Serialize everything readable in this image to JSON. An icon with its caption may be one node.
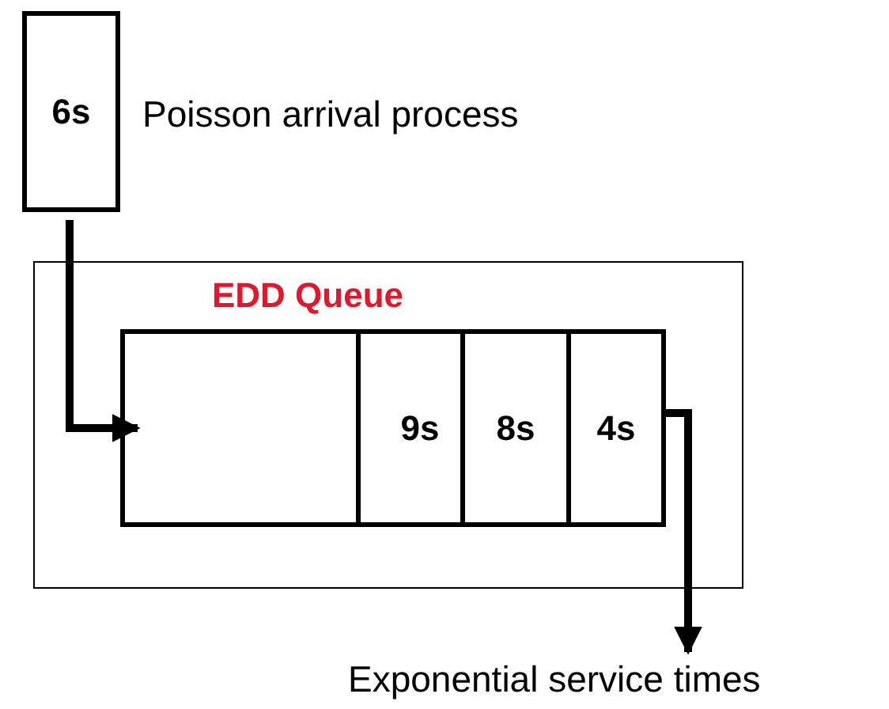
{
  "diagram": {
    "nodes": [
      {
        "text": [
          "6s"
        ],
        "beside": [
          "Poisson arrival process"
        ]
      },
      {
        "text": [
          "EDD Queue"
        ]
      },
      {
        "text": [],
        "shape": "box",
        "in": 1
      },
      {
        "text": [],
        "shape": "box",
        "in": 2
      },
      {
        "text": [
          "9s"
        ],
        "in": 2
      },
      {
        "text": [
          "8s"
        ],
        "in": 2
      },
      {
        "text": [
          "4s"
        ],
        "in": 2
      },
      {
        "text": [
          "Exponential service times"
        ]
      }
    ],
    "edges": [
      {
        "from": 0,
        "to": 3,
        "arrow": "to"
      },
      {
        "from": 6,
        "to": 7,
        "arrow": "to"
      }
    ]
  }
}
